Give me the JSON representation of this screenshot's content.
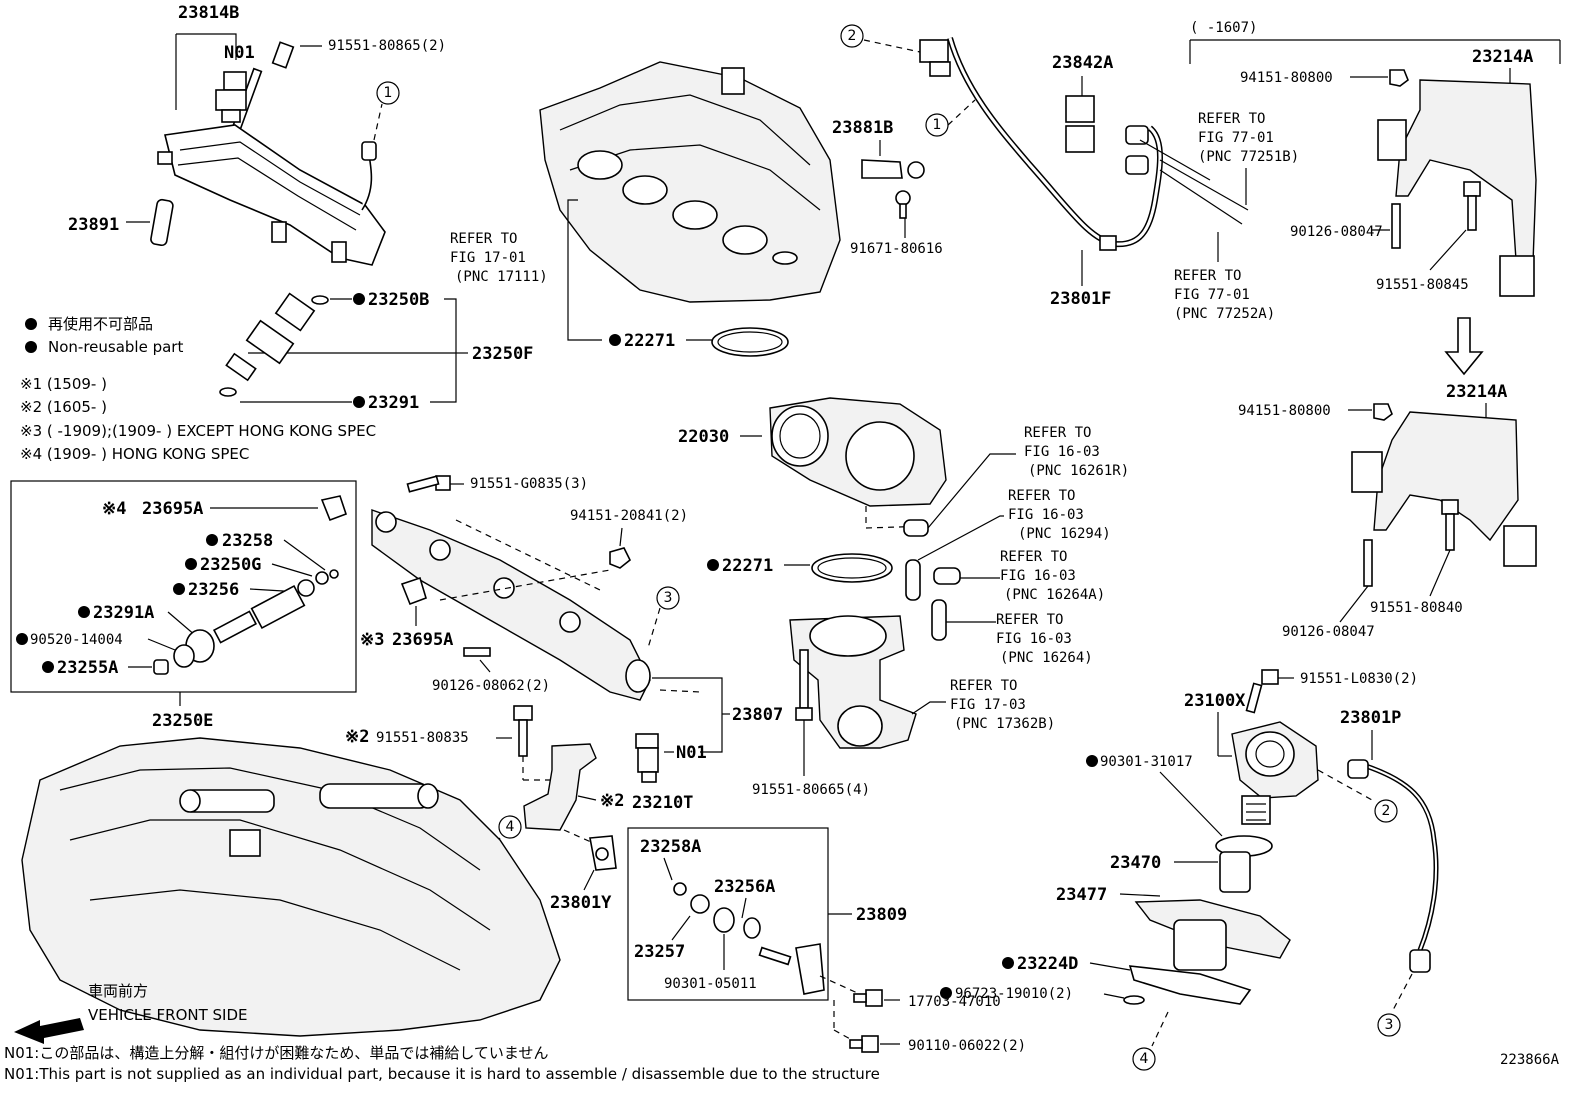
{
  "labels": {
    "p23814B": "23814B",
    "pN01_top": "N01",
    "p91551_80865": "91551-80865(2)",
    "p23891": "23891",
    "p23250B": "23250B",
    "p23250F": "23250F",
    "p23291": "23291",
    "p22271_top": "22271",
    "p23842A": "23842A",
    "p23881B": "23881B",
    "p91671_80616": "91671-80616",
    "p23801F": "23801F",
    "p22030": "22030",
    "p22271_mid": "22271",
    "p94151_20841": "94151-20841(2)",
    "p91551_G0835": "91551-G0835(3)",
    "p23695A_top": "23695A",
    "p23258": "23258",
    "p23250G": "23250G",
    "p23256": "23256",
    "p23291A": "23291A",
    "p90520_14004": "90520-14004",
    "p23255A": "23255A",
    "p23695A_mid": "23695A",
    "p90126_08062": "90126-08062(2)",
    "p23250E": "23250E",
    "p23807": "23807",
    "pN01_mid": "N01",
    "p91551_80835": "91551-80835",
    "p23210T": "23210T",
    "p23801Y": "23801Y",
    "p23258A": "23258A",
    "p23256A": "23256A",
    "p23809": "23809",
    "p23257": "23257",
    "p90301_05011": "90301-05011",
    "p17703_47010": "17703-47010",
    "p90110_06022": "90110-06022(2)",
    "p91551_80665": "91551-80665(4)",
    "p23214A_top": "23214A",
    "p94151_80800_top": "94151-80800",
    "p90126_08047_top": "90126-08047",
    "p91551_80845": "91551-80845",
    "p23214A_bot": "23214A",
    "p94151_80800_bot": "94151-80800",
    "p91551_80840": "91551-80840",
    "p90126_08047_bot": "90126-08047",
    "p91551_L0830": "91551-L0830(2)",
    "p23100X": "23100X",
    "p23801P": "23801P",
    "p90301_31017": "90301-31017",
    "p23470": "23470",
    "p23477": "23477",
    "p23224D": "23224D",
    "p96723_19010": "96723-19010(2)",
    "range1607": "(     -1607)",
    "diagram_id": "223866A"
  },
  "mark_symbols": {
    "x1": "※1",
    "x2": "※2",
    "x3": "※3",
    "x4": "※4"
  },
  "refers": {
    "r1701_a": "REFER TO",
    "r1701_b": "FIG 17-01",
    "r1701_c": "(PNC 17111)",
    "r7701a_a": "REFER TO",
    "r7701a_b": "FIG 77-01",
    "r7701a_c": "(PNC 77251B)",
    "r7701b_a": "REFER TO",
    "r7701b_b": "FIG 77-01",
    "r7701b_c": "(PNC 77252A)",
    "r1603a_a": "REFER TO",
    "r1603a_b": "FIG 16-03",
    "r1603a_c": "(PNC 16261R)",
    "r1603b_a": "REFER TO",
    "r1603b_b": "FIG 16-03",
    "r1603b_c": "(PNC 16294)",
    "r1603c_a": "REFER TO",
    "r1603c_b": "FIG 16-03",
    "r1603c_c": "(PNC 16264A)",
    "r1603d_a": "REFER TO",
    "r1603d_b": "FIG 16-03",
    "r1603d_c": "(PNC 16264)",
    "r1703_a": "REFER TO",
    "r1703_b": "FIG 17-03",
    "r1703_c": "(PNC 17362B)"
  },
  "legend": {
    "nonreusable_jp": "再使用不可部品",
    "nonreusable_en": "Non-reusable part",
    "note1": "※1 (1509-      )",
    "note2": "※2 (1605-      )",
    "note3": "※3 (      -1909);(1909-      ) EXCEPT HONG KONG SPEC",
    "note4": "※4 (1909-      ) HONG KONG SPEC"
  },
  "front": {
    "jp": "車両前方",
    "en": "VEHICLE FRONT SIDE"
  },
  "footnotes": {
    "jp": "N01:この部品は、構造上分解・組付けが困難なため、単品では補給していません",
    "en": "N01:This part is not supplied as an individual part, because it is hard to assemble / disassemble due to the structure"
  },
  "circles": [
    "1",
    "2",
    "3",
    "4"
  ]
}
